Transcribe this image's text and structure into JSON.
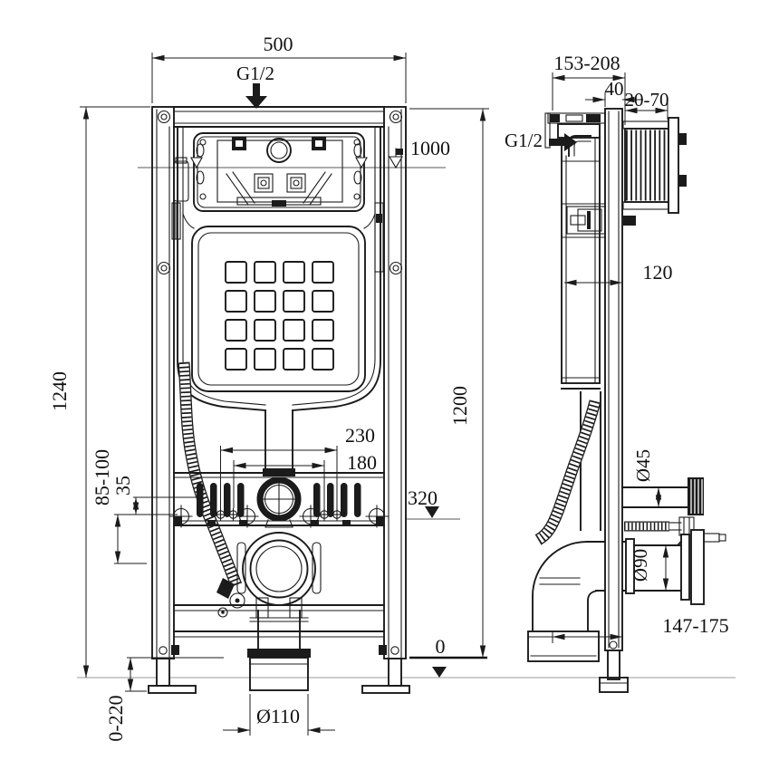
{
  "colors": {
    "line": "#1b1b1b",
    "guide": "#9a9a9a",
    "background": "#ffffff"
  },
  "front_view": {
    "overall_width": "500",
    "water_inlet_thread": "G1/2",
    "inlet_level": "1000",
    "total_height": "1240",
    "frame_height": "1200",
    "fixing_spacing_outer": "230",
    "fixing_spacing_inner": "180",
    "outlet_offset_range": "85-100",
    "bar_offset": "35",
    "flush_bend_level": "320",
    "zero_level": "0",
    "drain_pipe_diameter": "Ø110",
    "leg_adjustment_range": "0-220"
  },
  "side_view": {
    "mounting_depth_range": "153-208",
    "rail_depth": "40",
    "wall_sleeve_range": "20-70",
    "water_inlet_thread": "G1/2",
    "cistern_depth": "120",
    "flush_pipe_diameter": "Ø45",
    "outlet_pipe_diameter": "Ø90",
    "outlet_centre_height_range": "147-175"
  }
}
